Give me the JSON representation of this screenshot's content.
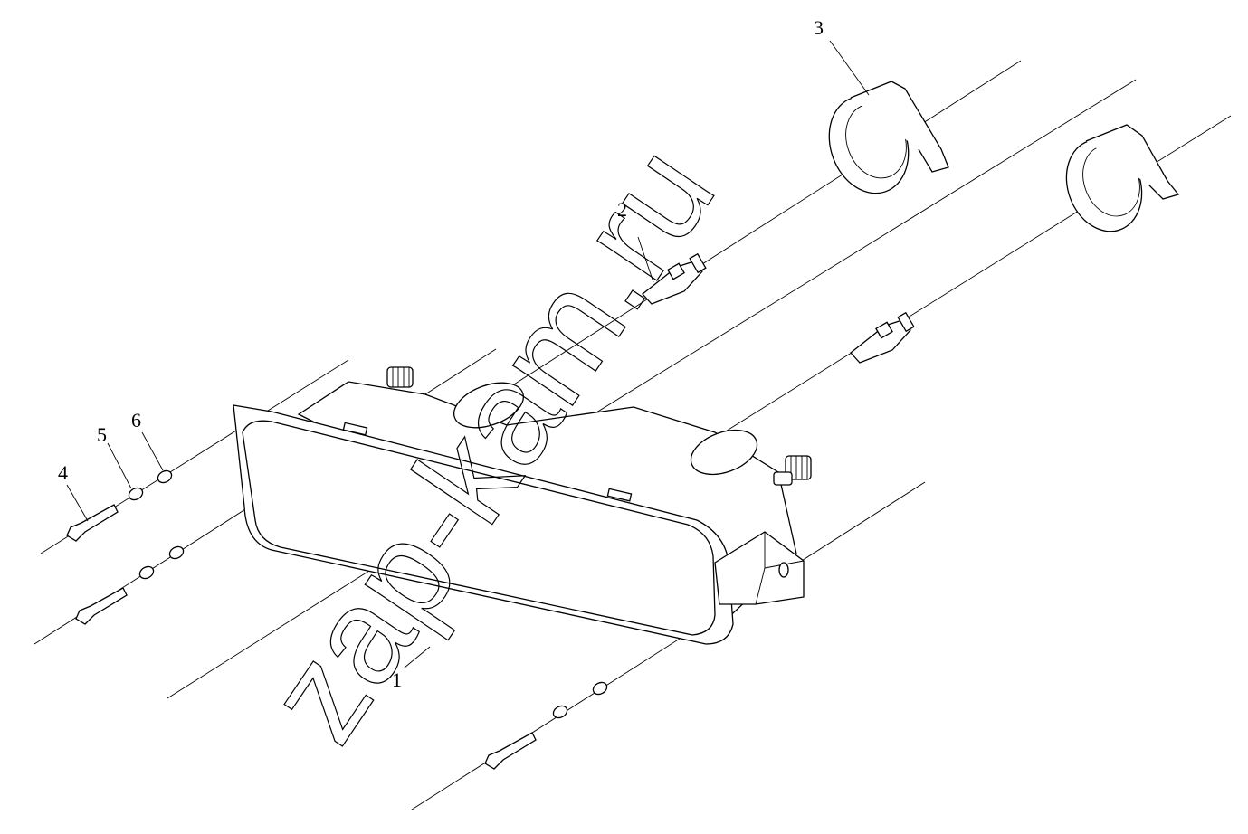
{
  "callouts": [
    {
      "id": "1",
      "text": "1"
    },
    {
      "id": "2",
      "text": "2"
    },
    {
      "id": "3",
      "text": "3"
    },
    {
      "id": "4",
      "text": "4"
    },
    {
      "id": "5",
      "text": "5"
    },
    {
      "id": "6",
      "text": "6"
    }
  ],
  "watermark": {
    "text": "zap-kam.ru"
  },
  "colors": {
    "line": "#000000",
    "background": "#ffffff"
  }
}
